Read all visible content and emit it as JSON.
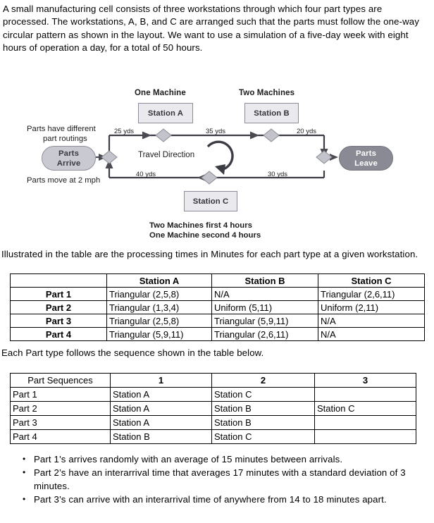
{
  "intro": {
    "paragraph": "A small manufacturing cell consists of three workstations through which four part types are processed. The workstations, A, B, and C are arranged such that the parts must follow the one-way circular pattern as shown in the layout. We want to use a simulation of a five-day week with eight hours of operation a day, for a total of 50 hours."
  },
  "diagram": {
    "title_one_machine": "One Machine",
    "title_two_machines": "Two Machines",
    "station_a": "Station A",
    "station_b": "Station B",
    "station_c": "Station C",
    "parts_arrive_line1": "Parts",
    "parts_arrive_line2": "Arrive",
    "parts_leave_line1": "Parts",
    "parts_leave_line2": "Leave",
    "note_routing_line1": "Parts  have different",
    "note_routing_line2": "part routings",
    "note_speed": "Parts move at 2 mph",
    "travel_direction": "Travel Direction",
    "distance_a_in": "25 yds",
    "distance_a_to_b": "35 yds",
    "distance_b_out": "20 yds",
    "distance_c_to_start": "40 yds",
    "distance_in_to_c": "30 yds",
    "station_c_note_line1": "Two Machines first 4 hours",
    "station_c_note_line2": "One Machine second 4 hours",
    "colors": {
      "box_fill": "#e9e9ee",
      "box_border": "#8b8b9b",
      "pill_arrive_fill": "#c9c9d2",
      "pill_leave_fill": "#8a8a94",
      "diamond_fill": "#c3c3cc",
      "line": "#3c3c44"
    }
  },
  "processing_section": {
    "text": "Illustrated in the table are the processing times in Minutes for each part type at a given workstation.",
    "table": {
      "headers": [
        "",
        "Station A",
        "Station B",
        "Station C"
      ],
      "rows": [
        [
          "Part 1",
          "Triangular (2,5,8)",
          "N/A",
          "Triangular (2,6,11)"
        ],
        [
          "Part 2",
          "Triangular (1,3,4)",
          "Uniform (5,11)",
          "Uniform (2,11)"
        ],
        [
          "Part 3",
          "Triangular (2,5,8)",
          "Triangular (5,9,11)",
          "N/A"
        ],
        [
          "Part 4",
          "Triangular (5,9,11)",
          "Triangular (2,6,11)",
          "N/A"
        ]
      ]
    }
  },
  "sequence_section": {
    "text": "Each Part type follows the sequence shown in the table below.",
    "table": {
      "headers": [
        "Part Sequences",
        "1",
        "2",
        "3"
      ],
      "rows": [
        [
          "Part 1",
          "Station A",
          "Station C",
          ""
        ],
        [
          "Part 2",
          "Station A",
          "Station B",
          "Station C"
        ],
        [
          "Part 3",
          "Station A",
          "Station B",
          ""
        ],
        [
          "Part 4",
          "Station B",
          "Station C",
          ""
        ]
      ]
    }
  },
  "bullets": [
    "Part 1’s arrives randomly with an average of 15 minutes between arrivals.",
    "Part 2’s have an interarrival time that averages 17 minutes with a standard deviation of 3 minutes.",
    "Part 3’s can arrive with an interarrival time of anywhere from 14 to 18 minutes apart."
  ]
}
